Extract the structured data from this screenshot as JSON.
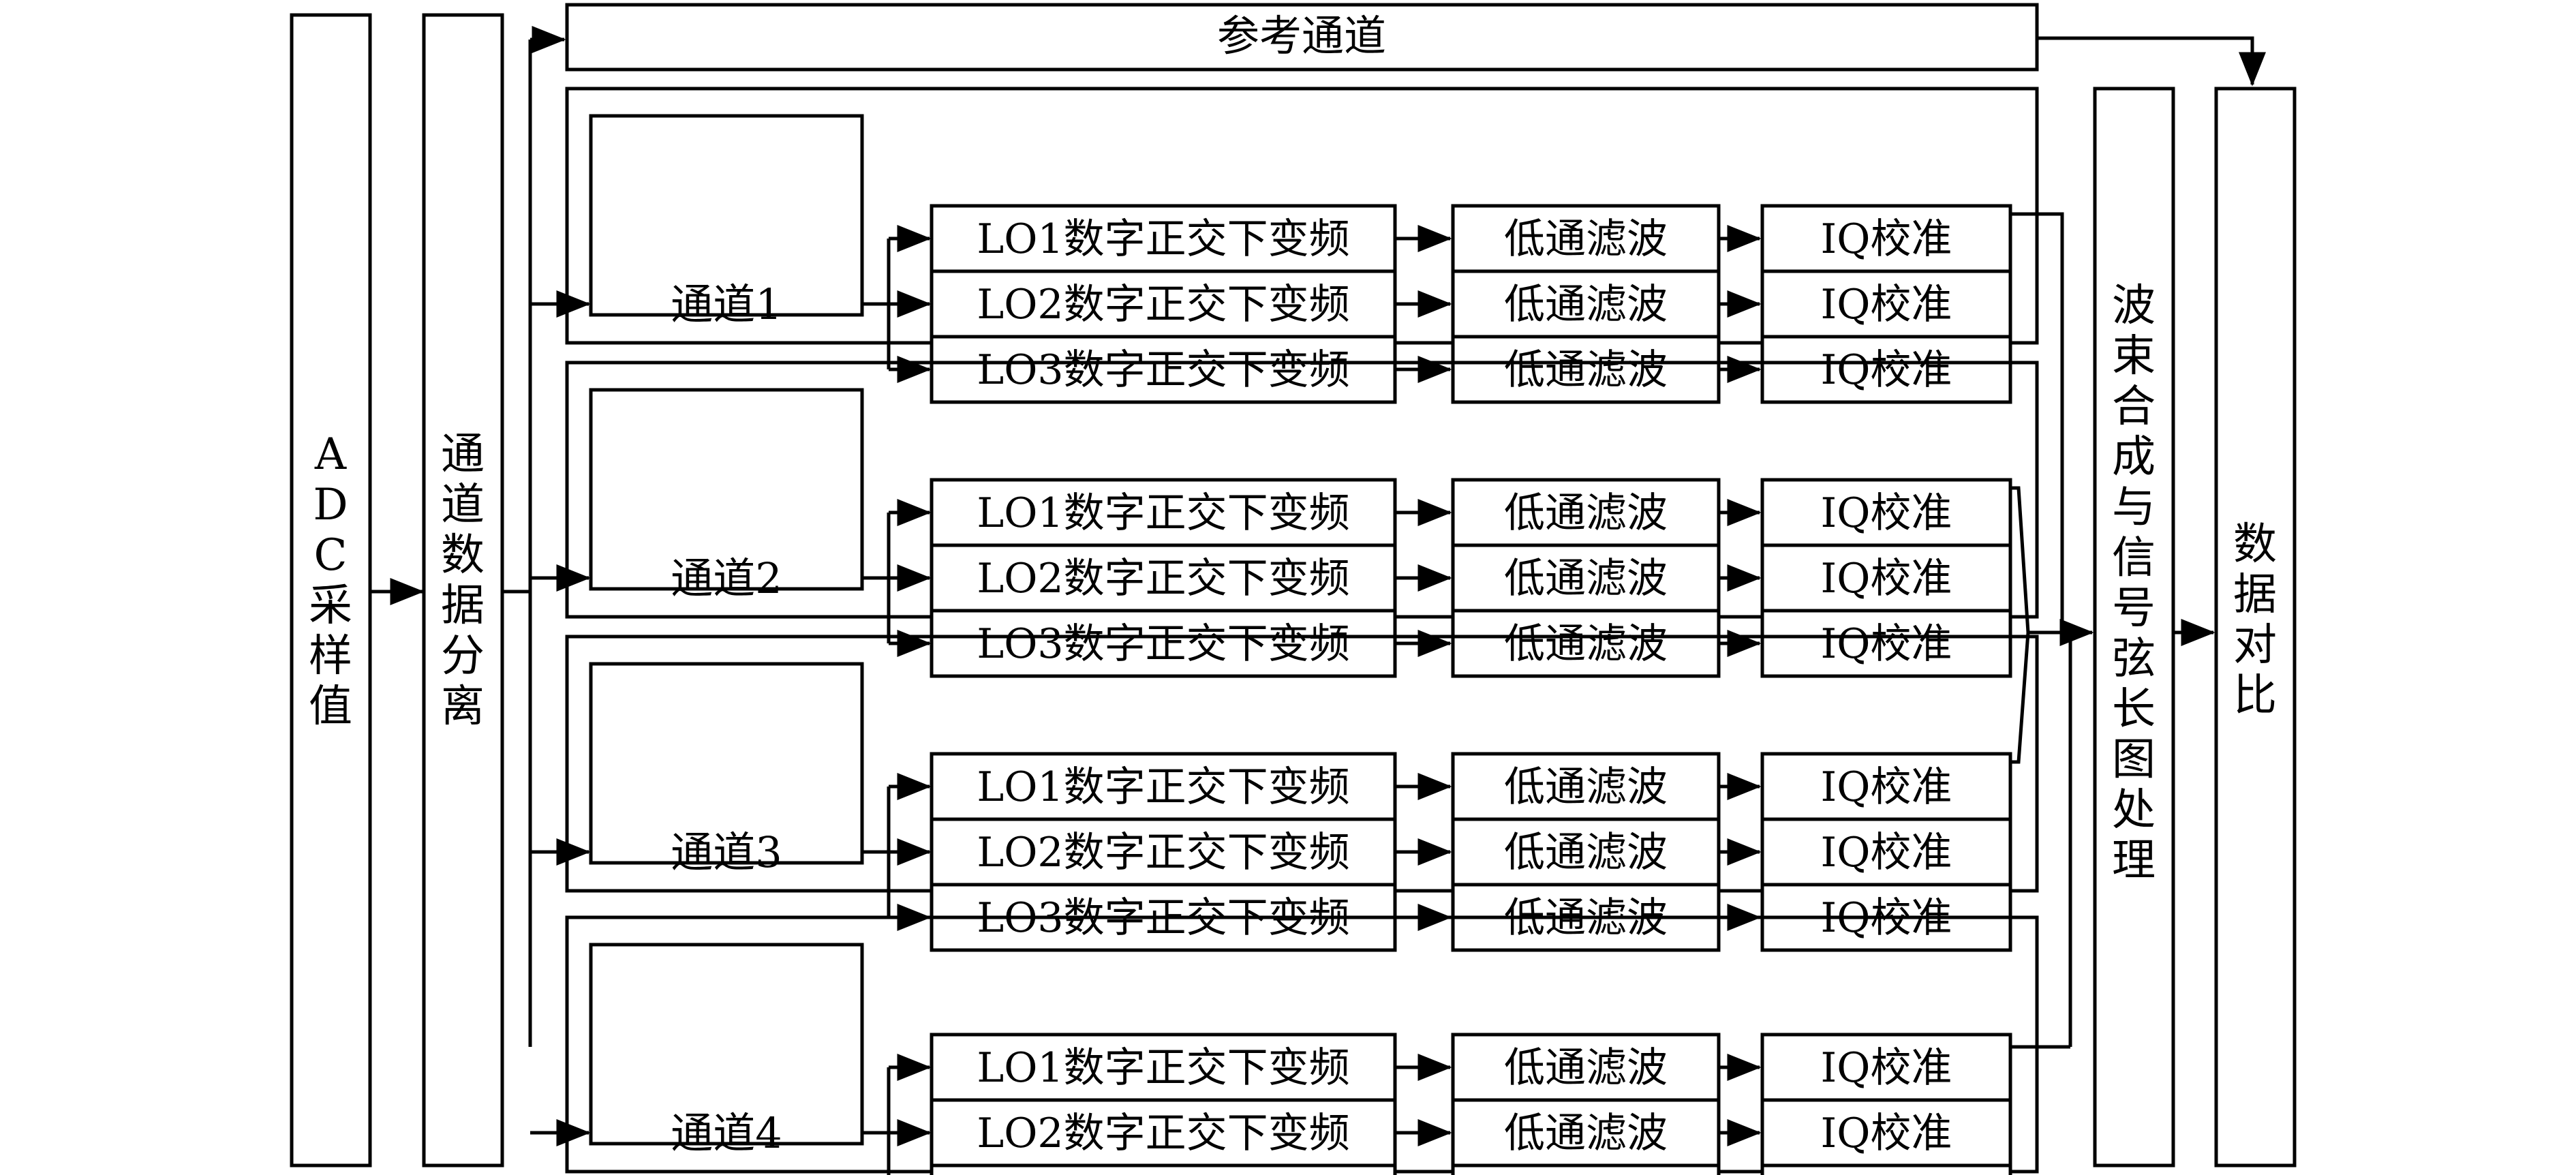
{
  "colors": {
    "stroke": "#000000",
    "background": "#ffffff"
  },
  "adc": {
    "chars": [
      "A",
      "D",
      "C",
      "采",
      "样",
      "值"
    ]
  },
  "separation": {
    "chars": [
      "通",
      "道",
      "数",
      "据",
      "分",
      "离"
    ]
  },
  "reference": {
    "label": "参考通道"
  },
  "channels": [
    {
      "label": "通道1"
    },
    {
      "label": "通道2"
    },
    {
      "label": "通道3"
    },
    {
      "label": "通道4"
    }
  ],
  "rows": [
    {
      "lo": "LO1数字正交下变频",
      "lpf": "低通滤波",
      "iq": "IQ校准"
    },
    {
      "lo": "LO2数字正交下变频",
      "lpf": "低通滤波",
      "iq": "IQ校准"
    },
    {
      "lo": "LO3数字正交下变频",
      "lpf": "低通滤波",
      "iq": "IQ校准"
    }
  ],
  "beamforming": {
    "chars": [
      "波",
      "束",
      "合",
      "成",
      "与",
      "信",
      "号",
      "弦",
      "长",
      "图",
      "处",
      "理"
    ]
  },
  "comparison": {
    "chars": [
      "数",
      "据",
      "对",
      "比"
    ]
  }
}
